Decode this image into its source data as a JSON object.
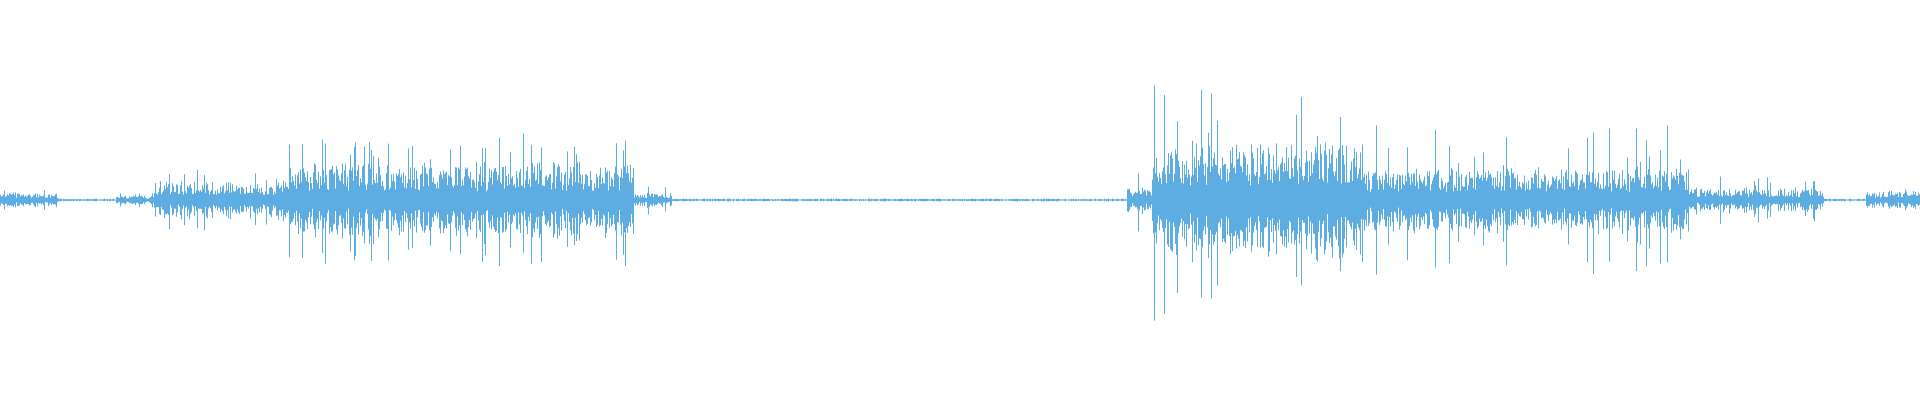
{
  "chart_data": {
    "type": "area",
    "title": "",
    "xlabel": "",
    "ylabel": "",
    "color": "#5dade2",
    "background": "#ffffff",
    "grid": false,
    "legend": "none",
    "x_range": [
      0,
      1
    ],
    "ylim": [
      -1,
      1
    ],
    "segments": [
      {
        "start": 0.0,
        "end": 0.03,
        "amplitude": 0.05,
        "peak": 0.1
      },
      {
        "start": 0.03,
        "end": 0.06,
        "amplitude": 0.01,
        "peak": 0.01
      },
      {
        "start": 0.06,
        "end": 0.08,
        "amplitude": 0.03,
        "peak": 0.06
      },
      {
        "start": 0.08,
        "end": 0.15,
        "amplitude": 0.13,
        "peak": 0.26
      },
      {
        "start": 0.15,
        "end": 0.33,
        "amplitude": 0.25,
        "peak": 0.55
      },
      {
        "start": 0.33,
        "end": 0.35,
        "amplitude": 0.05,
        "peak": 0.12
      },
      {
        "start": 0.35,
        "end": 0.587,
        "amplitude": 0.01,
        "peak": 0.01
      },
      {
        "start": 0.587,
        "end": 0.6,
        "amplitude": 0.1,
        "peak": 0.25
      },
      {
        "start": 0.6,
        "end": 0.64,
        "amplitude": 0.35,
        "peak": 1.0
      },
      {
        "start": 0.64,
        "end": 0.71,
        "amplitude": 0.4,
        "peak": 0.9
      },
      {
        "start": 0.71,
        "end": 0.88,
        "amplitude": 0.22,
        "peak": 0.6
      },
      {
        "start": 0.88,
        "end": 0.95,
        "amplitude": 0.08,
        "peak": 0.2
      },
      {
        "start": 0.95,
        "end": 0.972,
        "amplitude": 0.01,
        "peak": 0.01
      },
      {
        "start": 0.972,
        "end": 1.0,
        "amplitude": 0.06,
        "peak": 0.1
      }
    ]
  }
}
